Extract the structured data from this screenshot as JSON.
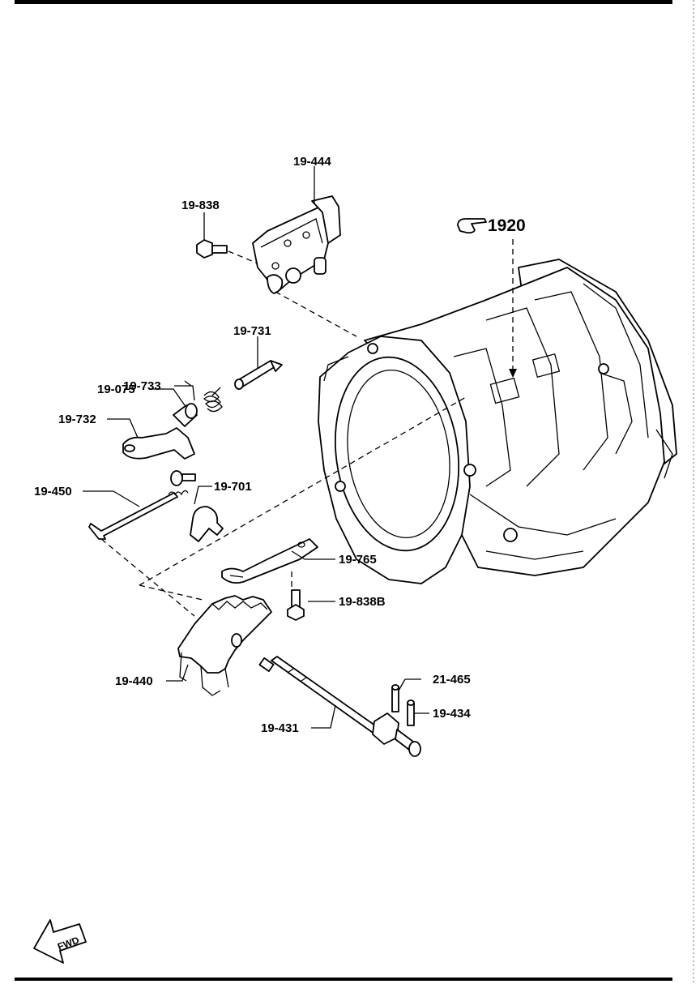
{
  "reference": {
    "icon": "pointing-hand-icon",
    "number": "1920"
  },
  "parts": [
    {
      "id": "p1",
      "label": "19-444"
    },
    {
      "id": "p2",
      "label": "19-838"
    },
    {
      "id": "p3",
      "label": "19-731"
    },
    {
      "id": "p4",
      "label": "19-733"
    },
    {
      "id": "p5",
      "label": "19-075"
    },
    {
      "id": "p6",
      "label": "19-732"
    },
    {
      "id": "p7",
      "label": "19-450"
    },
    {
      "id": "p8",
      "label": "19-701"
    },
    {
      "id": "p9",
      "label": "19-765"
    },
    {
      "id": "p10",
      "label": "19-838B"
    },
    {
      "id": "p11",
      "label": "19-440"
    },
    {
      "id": "p12",
      "label": "21-465"
    },
    {
      "id": "p13",
      "label": "19-434"
    },
    {
      "id": "p14",
      "label": "19-431"
    }
  ],
  "direction_arrow": {
    "label": "FWD",
    "icon": "forward-arrow-icon"
  },
  "colors": {
    "ink": "#000000",
    "paper": "#ffffff"
  }
}
